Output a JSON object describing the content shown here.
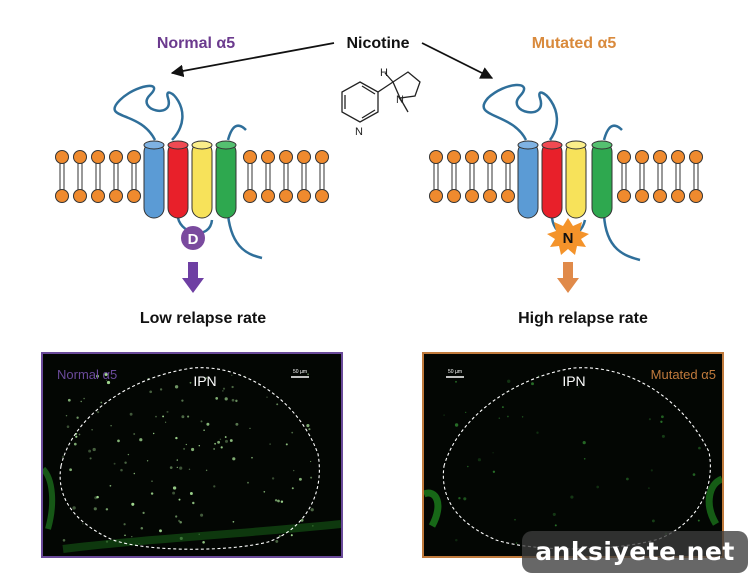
{
  "labels": {
    "nicotine": "Nicotine",
    "normal": "Normal α5",
    "mutated": "Mutated α5",
    "residue_normal": "D",
    "residue_mutated": "N",
    "low_rate": "Low relapse rate",
    "high_rate": "High relapse rate"
  },
  "molecule": {
    "h": "H",
    "n_ring": "N",
    "n_pyr": "N"
  },
  "panels": {
    "left": {
      "title": "Normal α5",
      "region": "IPN",
      "scale": "50 µm"
    },
    "right": {
      "title": "Mutated α5",
      "region": "IPN",
      "scale": "50 µm"
    }
  },
  "watermark": "anksiyete.net",
  "colors": {
    "normal_text": "#6b3a8e",
    "mutated_text": "#d98a3c",
    "lipid_head": "#ef8a2e",
    "helix_blue": "#5b9bd5",
    "helix_red": "#e8202a",
    "helix_yellow": "#f7e25a",
    "helix_green": "#2ea84f",
    "loop": "#2f6f9a",
    "normal_frame": "#6a4a9a",
    "mutated_frame": "#c07a3c",
    "fluorescence": "#2f8f2f"
  }
}
